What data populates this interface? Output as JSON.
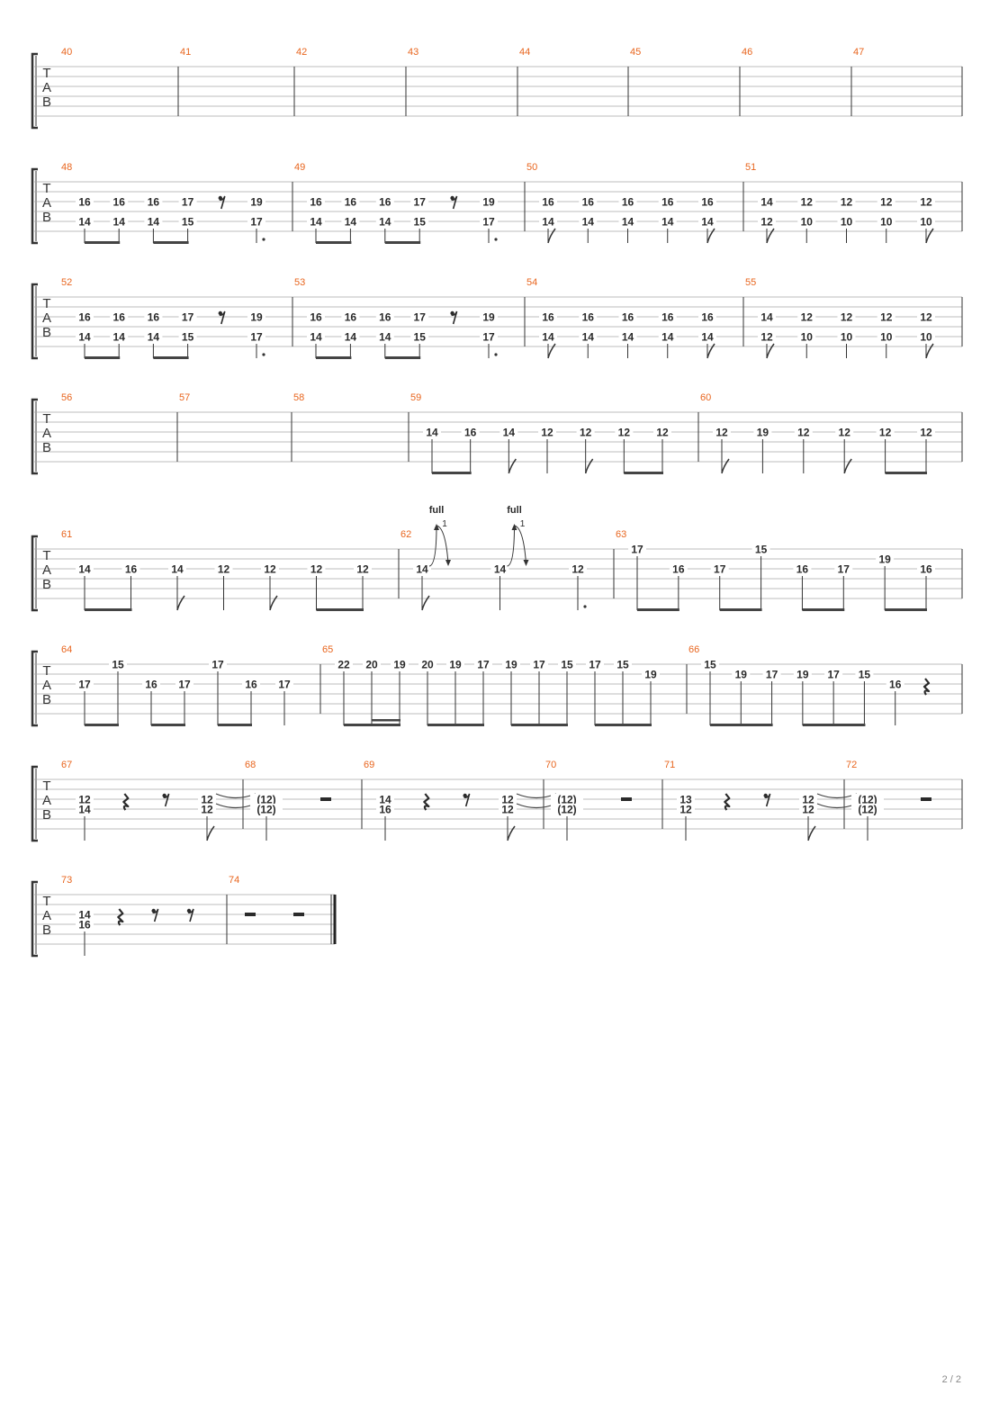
{
  "page": {
    "page_indicator": "2 / 2"
  },
  "colors": {
    "measure_number": "#e8651e",
    "staff_line": "#a8a8a8",
    "text": "#2a2a2a",
    "bracket": "#333333"
  },
  "tab_clef": [
    "T",
    "A",
    "B"
  ],
  "systems": [
    {
      "measures": [
        {
          "num": "40",
          "notes": []
        },
        {
          "num": "41",
          "notes": []
        },
        {
          "num": "42",
          "notes": []
        },
        {
          "num": "43",
          "notes": []
        },
        {
          "num": "44",
          "notes": []
        },
        {
          "num": "45",
          "notes": []
        },
        {
          "num": "46",
          "notes": []
        },
        {
          "num": "47",
          "notes": [],
          "end": true
        }
      ]
    },
    {
      "measures": [
        {
          "num": "48",
          "notes": [
            [
              "16",
              "14"
            ],
            [
              "16",
              "14"
            ],
            [
              "16",
              "14"
            ],
            [
              "17",
              "15"
            ],
            {
              "rest": "eighth"
            },
            [
              "19",
              "17"
            ]
          ],
          "beams": [
            [
              0,
              1
            ],
            [
              2,
              3
            ]
          ],
          "dots": [
            5
          ]
        },
        {
          "num": "49",
          "notes": [
            [
              "16",
              "14"
            ],
            [
              "16",
              "14"
            ],
            [
              "16",
              "14"
            ],
            [
              "17",
              "15"
            ],
            {
              "rest": "eighth"
            },
            [
              "19",
              "17"
            ]
          ],
          "beams": [
            [
              0,
              1
            ],
            [
              2,
              3
            ]
          ],
          "dots": [
            5
          ]
        },
        {
          "num": "50",
          "notes": [
            [
              "16",
              "14"
            ],
            [
              "16",
              "14"
            ],
            [
              "16",
              "14"
            ],
            [
              "16",
              "14"
            ],
            [
              "16",
              "14"
            ]
          ],
          "flags": [
            0,
            4
          ]
        },
        {
          "num": "51",
          "notes": [
            [
              "14",
              "12"
            ],
            [
              "12",
              "10"
            ],
            [
              "12",
              "10"
            ],
            [
              "12",
              "10"
            ],
            [
              "12",
              "10"
            ]
          ],
          "flags": [
            0,
            4
          ],
          "end": true
        }
      ]
    },
    {
      "measures": [
        {
          "num": "52",
          "notes": [
            [
              "16",
              "14"
            ],
            [
              "16",
              "14"
            ],
            [
              "16",
              "14"
            ],
            [
              "17",
              "15"
            ],
            {
              "rest": "eighth"
            },
            [
              "19",
              "17"
            ]
          ],
          "beams": [
            [
              0,
              1
            ],
            [
              2,
              3
            ]
          ],
          "dots": [
            5
          ]
        },
        {
          "num": "53",
          "notes": [
            [
              "16",
              "14"
            ],
            [
              "16",
              "14"
            ],
            [
              "16",
              "14"
            ],
            [
              "17",
              "15"
            ],
            {
              "rest": "eighth"
            },
            [
              "19",
              "17"
            ]
          ],
          "beams": [
            [
              0,
              1
            ],
            [
              2,
              3
            ]
          ],
          "dots": [
            5
          ]
        },
        {
          "num": "54",
          "notes": [
            [
              "16",
              "14"
            ],
            [
              "16",
              "14"
            ],
            [
              "16",
              "14"
            ],
            [
              "16",
              "14"
            ],
            [
              "16",
              "14"
            ]
          ],
          "flags": [
            0,
            4
          ]
        },
        {
          "num": "55",
          "notes": [
            [
              "14",
              "12"
            ],
            [
              "12",
              "10"
            ],
            [
              "12",
              "10"
            ],
            [
              "12",
              "10"
            ],
            [
              "12",
              "10"
            ]
          ],
          "flags": [
            0,
            4
          ],
          "end": true
        }
      ]
    },
    {
      "measures": [
        {
          "num": "56",
          "notes": []
        },
        {
          "num": "57",
          "notes": []
        },
        {
          "num": "58",
          "notes": []
        },
        {
          "num": "59",
          "notes": [
            [
              "14"
            ],
            [
              "16"
            ],
            [
              "14"
            ],
            [
              "12"
            ],
            [
              "12"
            ],
            [
              "12"
            ],
            [
              "12"
            ]
          ],
          "beams": [
            [
              0,
              1
            ],
            [
              5,
              6
            ]
          ],
          "flags": [
            2,
            4
          ]
        },
        {
          "num": "60",
          "notes": [
            [
              "12"
            ],
            [
              "19"
            ],
            [
              "12"
            ],
            [
              "12"
            ],
            [
              "12"
            ],
            [
              "12"
            ]
          ],
          "beams": [
            [
              4,
              5
            ]
          ],
          "flags": [
            0,
            3
          ],
          "end": true
        }
      ]
    },
    {
      "measures": [
        {
          "num": "61",
          "notes": [
            [
              "14"
            ],
            [
              "16"
            ],
            [
              "14"
            ],
            [
              "12"
            ],
            [
              "12"
            ],
            [
              "12"
            ],
            [
              "12"
            ]
          ],
          "beams": [
            [
              0,
              1
            ],
            [
              5,
              6
            ]
          ],
          "flags": [
            2,
            4
          ]
        },
        {
          "num": "62",
          "notes": [
            [
              "14"
            ],
            [
              "14"
            ],
            [
              "12"
            ]
          ],
          "flags": [
            0
          ],
          "dots": [
            2
          ],
          "bends": [
            {
              "i": 0,
              "label": "full",
              "amount": "1"
            },
            {
              "i": 1,
              "label": "full",
              "amount": "1"
            }
          ]
        },
        {
          "num": "63",
          "notes": [
            {
              "f": "17",
              "s": 0
            },
            {
              "f": "16",
              "s": 1
            },
            {
              "f": "17",
              "s": 1
            },
            {
              "f": "15",
              "s": 0
            },
            {
              "f": "16",
              "s": 1
            },
            {
              "f": "17",
              "s": 1
            },
            {
              "f": "19",
              "s": 0.5
            },
            {
              "f": "16",
              "s": 1
            }
          ],
          "beams": [
            [
              0,
              1
            ],
            [
              2,
              3
            ],
            [
              4,
              5
            ],
            [
              6,
              7
            ]
          ],
          "end": true
        }
      ]
    },
    {
      "measures": [
        {
          "num": "64",
          "notes": [
            {
              "f": "17",
              "s": 1
            },
            {
              "f": "15",
              "s": 0
            },
            {
              "f": "16",
              "s": 1
            },
            {
              "f": "17",
              "s": 1
            },
            {
              "f": "17",
              "s": 0
            },
            {
              "f": "16",
              "s": 1
            },
            {
              "f": "17",
              "s": 1
            }
          ],
          "beams": [
            [
              0,
              1
            ],
            [
              2,
              3
            ],
            [
              4,
              5
            ]
          ]
        },
        {
          "num": "65",
          "notes": [
            {
              "f": "22",
              "s": 0
            },
            {
              "f": "20",
              "s": 0
            },
            {
              "f": "19",
              "s": 0
            },
            {
              "f": "20",
              "s": 0
            },
            {
              "f": "19",
              "s": 0
            },
            {
              "f": "17",
              "s": 0
            },
            {
              "f": "19",
              "s": 0
            },
            {
              "f": "17",
              "s": 0
            },
            {
              "f": "15",
              "s": 0
            },
            {
              "f": "17",
              "s": 0
            },
            {
              "f": "15",
              "s": 0
            },
            {
              "f": "19",
              "s": 0.5
            }
          ],
          "beams": [
            [
              0,
              2
            ],
            [
              3,
              5
            ],
            [
              6,
              8
            ],
            [
              9,
              11
            ]
          ],
          "double": [
            [
              1,
              2
            ]
          ]
        },
        {
          "num": "66",
          "notes": [
            {
              "f": "15",
              "s": 0
            },
            {
              "f": "19",
              "s": 0.5
            },
            {
              "f": "17",
              "s": 0.5
            },
            {
              "f": "19",
              "s": 0.5
            },
            {
              "f": "17",
              "s": 0.5
            },
            {
              "f": "15",
              "s": 0.5
            },
            {
              "f": "16",
              "s": 1
            },
            {
              "rest": "quarter"
            }
          ],
          "beams": [
            [
              0,
              2
            ],
            [
              3,
              5
            ]
          ],
          "end": true
        }
      ]
    },
    {
      "measures": [
        {
          "num": "67",
          "notes": [
            [
              "",
              "12",
              "14"
            ],
            {
              "rest": "quarter",
              "s": 1
            },
            {
              "rest": "eighth",
              "s": 1
            },
            [
              "",
              "12",
              "12"
            ]
          ],
          "flags": [
            3
          ],
          "tie_out": 3
        },
        {
          "num": "68",
          "notes": [
            [
              "",
              "(12)",
              "(12)"
            ],
            {
              "rest": "half",
              "s": 1
            }
          ]
        },
        {
          "num": "69",
          "notes": [
            [
              "",
              "14",
              "16"
            ],
            {
              "rest": "quarter",
              "s": 1
            },
            {
              "rest": "eighth",
              "s": 1
            },
            [
              "",
              "12",
              "12"
            ]
          ],
          "flags": [
            3
          ],
          "tie_out": 3
        },
        {
          "num": "70",
          "notes": [
            [
              "",
              "(12)",
              "(12)"
            ],
            {
              "rest": "half",
              "s": 1
            }
          ]
        },
        {
          "num": "71",
          "notes": [
            [
              "",
              "13",
              "12"
            ],
            {
              "rest": "quarter",
              "s": 1
            },
            {
              "rest": "eighth",
              "s": 1
            },
            [
              "",
              "12",
              "12"
            ]
          ],
          "flags": [
            3
          ],
          "tie_out": 3
        },
        {
          "num": "72",
          "notes": [
            [
              "",
              "(12)",
              "(12)"
            ],
            {
              "rest": "half",
              "s": 1
            }
          ],
          "end": true
        }
      ]
    },
    {
      "measures": [
        {
          "num": "73",
          "notes": [
            [
              "",
              "14",
              "16"
            ],
            {
              "rest": "quarter",
              "s": 1
            },
            {
              "rest": "eighth",
              "s": 1
            },
            {
              "rest": "eighth",
              "s": 1
            }
          ]
        },
        {
          "num": "74",
          "notes": [
            {
              "rest": "half",
              "s": 1
            },
            {
              "rest": "half",
              "s": 1
            }
          ],
          "final": true
        }
      ]
    }
  ]
}
